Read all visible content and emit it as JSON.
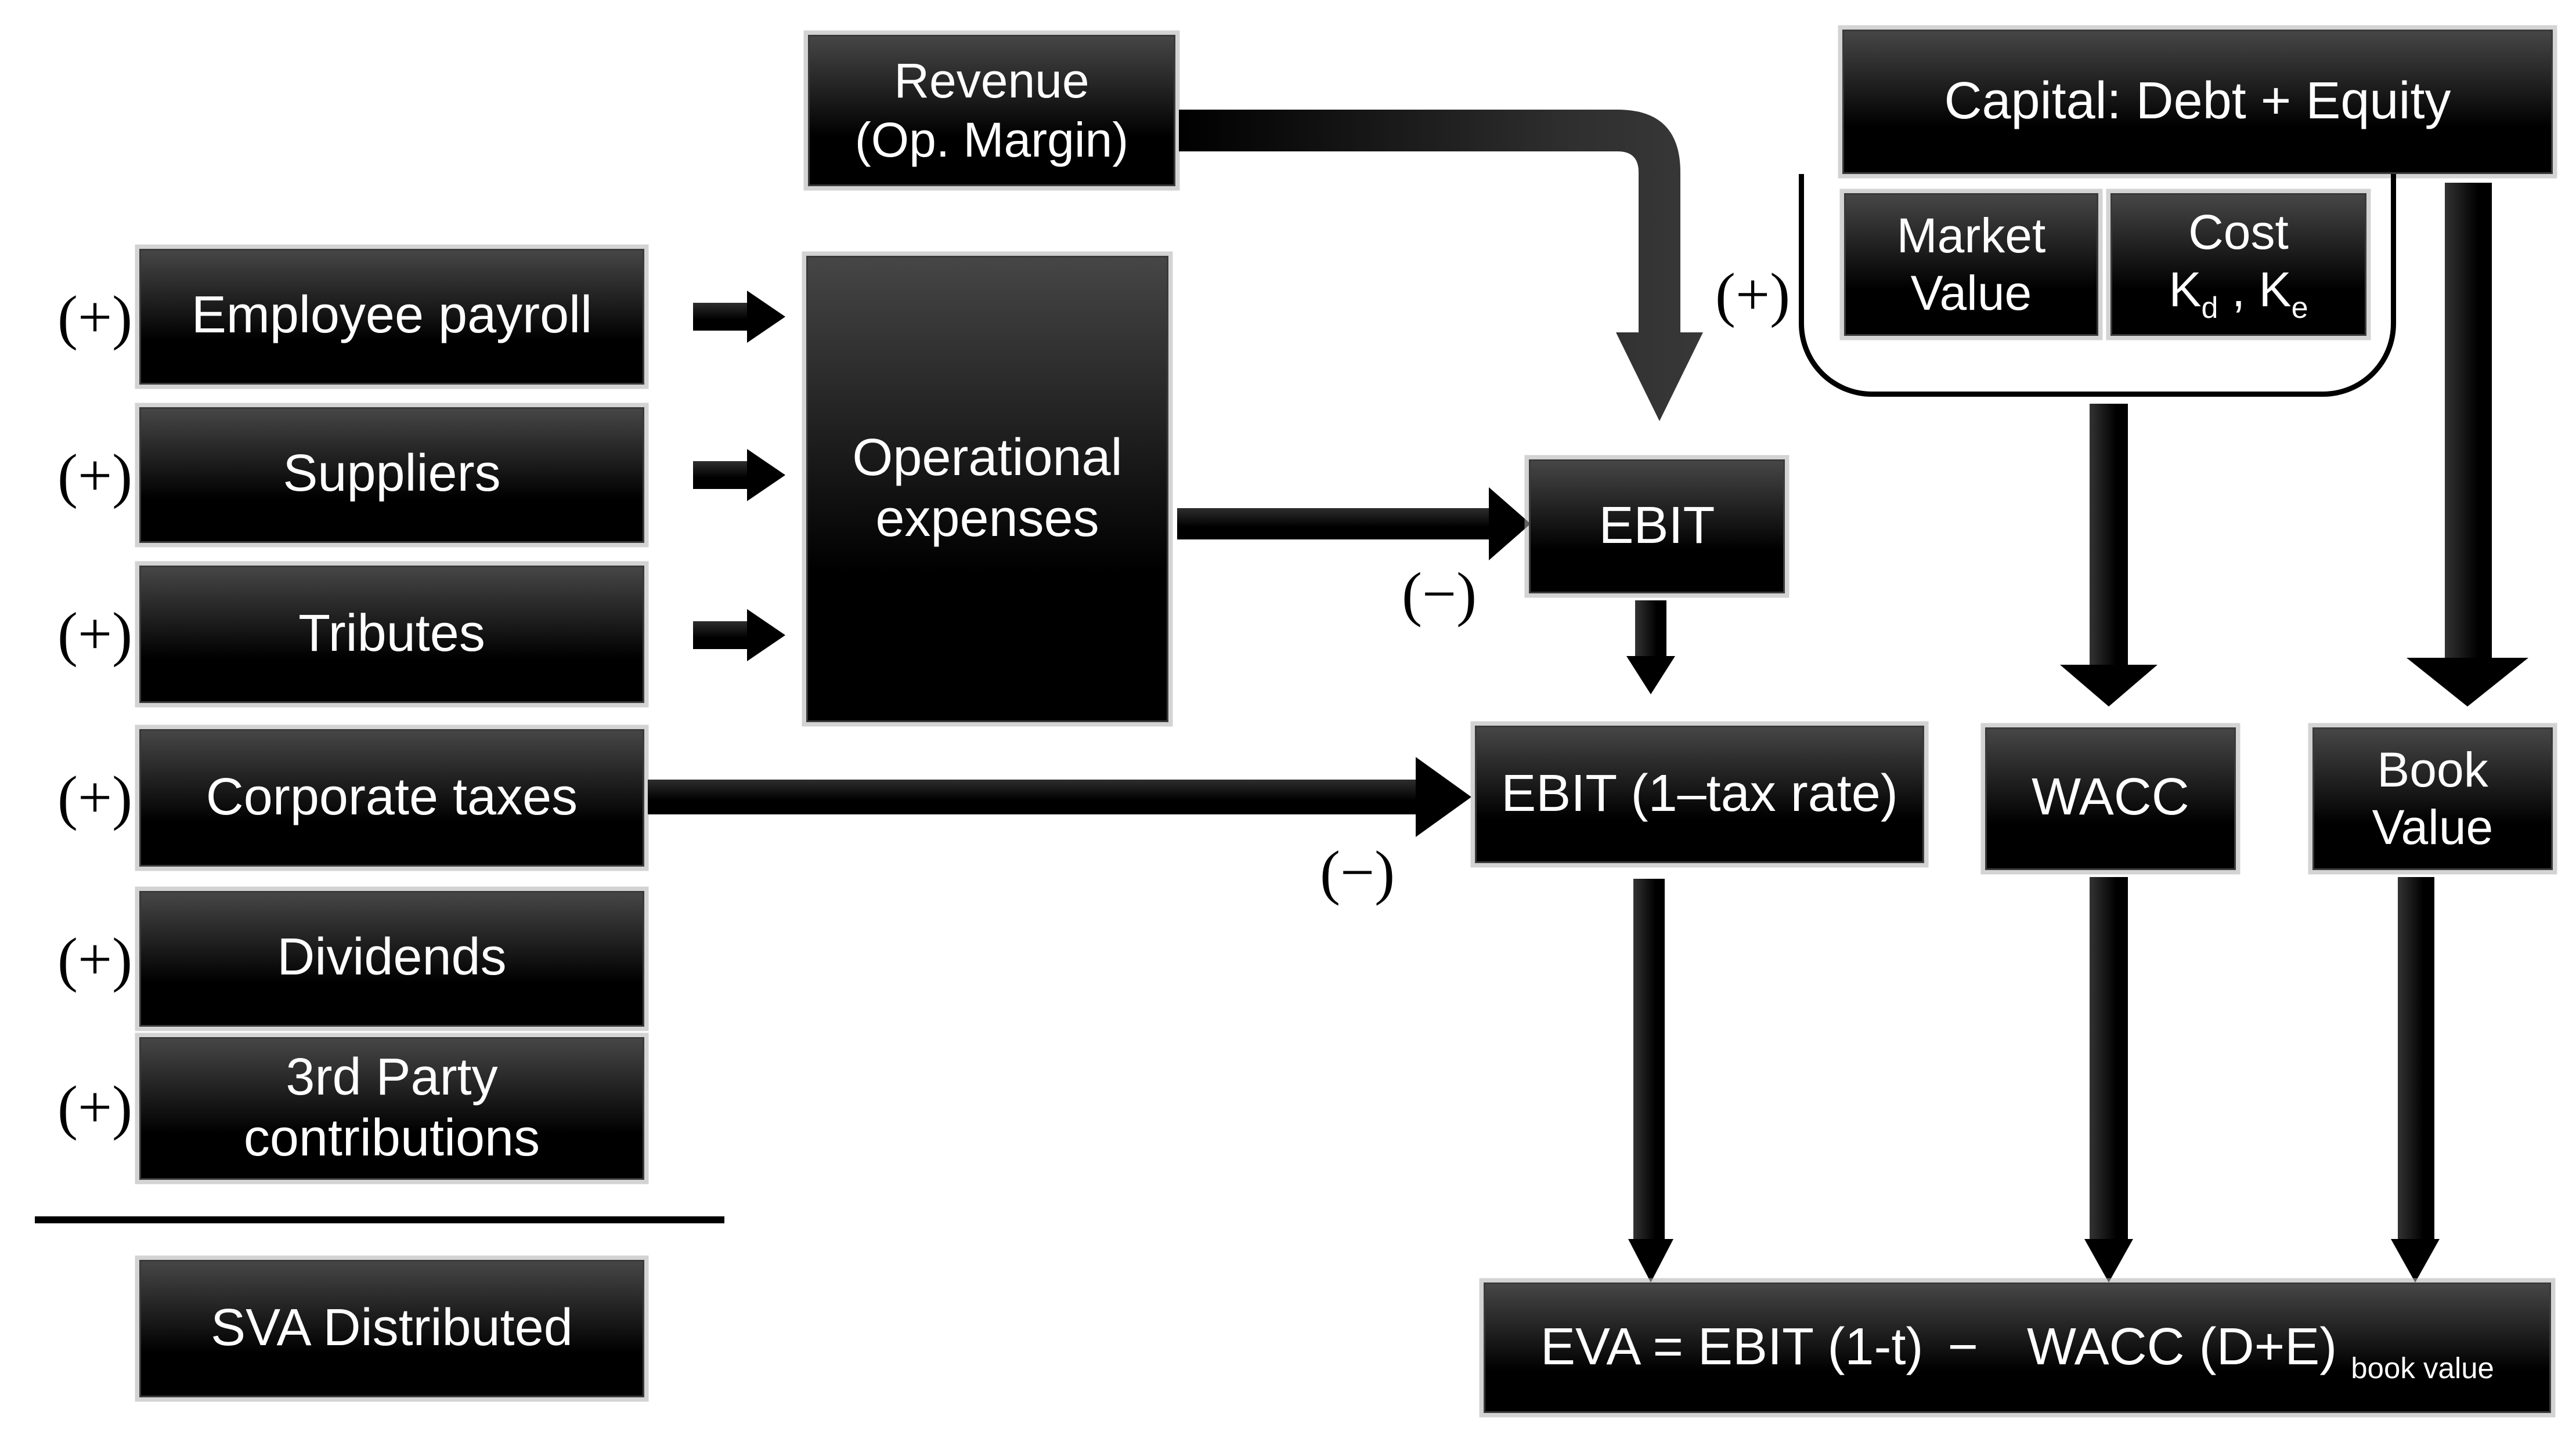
{
  "colors": {
    "background": "#ffffff",
    "box_top": "#464646",
    "box_bottom": "#000000",
    "text": "#ffffff",
    "ink": "#000000"
  },
  "left_column": {
    "items": [
      {
        "sign": "(+)",
        "label": "Employee payroll"
      },
      {
        "sign": "(+)",
        "label": "Suppliers"
      },
      {
        "sign": "(+)",
        "label": "Tributes"
      },
      {
        "sign": "(+)",
        "label": "Corporate taxes"
      },
      {
        "sign": "(+)",
        "label": "Dividends"
      },
      {
        "sign": "(+)",
        "label": "3rd Party contributions"
      }
    ],
    "total_label": "SVA Distributed"
  },
  "middle": {
    "revenue_line1": "Revenue",
    "revenue_line2": "(Op. Margin)",
    "op_expenses_line1": "Operational",
    "op_expenses_line2": "expenses",
    "ebit": "EBIT",
    "ebit_after_tax": "EBIT (1–tax rate)",
    "plus_sign": "(+)",
    "minus_sign_op": "(−)",
    "minus_sign_tax": "(−)"
  },
  "right": {
    "capital": "Capital: Debt + Equity",
    "market_value_line1": "Market",
    "market_value_line2": "Value",
    "cost_line1": "Cost",
    "cost_k1": "K",
    "cost_k1_sub": "d",
    "cost_sep": " , ",
    "cost_k2": "K",
    "cost_k2_sub": "e",
    "wacc": "WACC",
    "book_value_line1": "Book",
    "book_value_line2": "Value"
  },
  "formula": {
    "part1": "EVA = EBIT (1-t)",
    "minus": "−",
    "part2": "WACC  (D+E)",
    "subscript": "book value"
  }
}
